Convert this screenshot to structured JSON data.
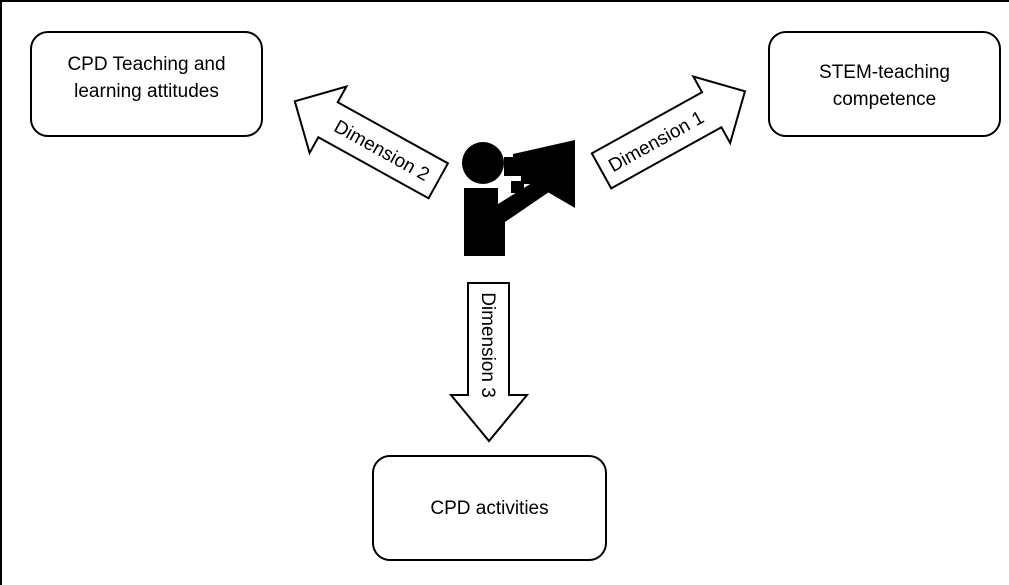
{
  "boxes": {
    "top_left": "CPD Teaching and\nlearning attitudes",
    "top_right": "STEM-teaching\ncompetence",
    "bottom": "CPD activities"
  },
  "arrows": {
    "dimension_1": "Dimension 1",
    "dimension_2": "Dimension 2",
    "dimension_3": "Dimension 3"
  },
  "icons": {
    "center": "person-megaphone-icon"
  }
}
